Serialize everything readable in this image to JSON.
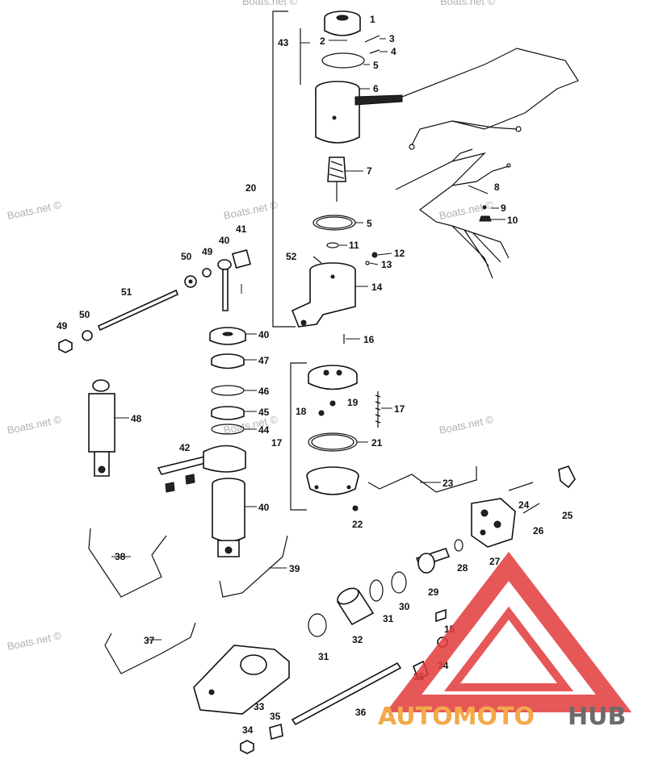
{
  "watermarks": [
    "Boats.net ©",
    "Boats.net ©",
    "Boats.net ©",
    "Boats.net ©",
    "Boats.net ©",
    "Boats.net ©",
    "Boats.net ©",
    "Boats.net ©",
    "Boats.net ©"
  ],
  "logo": {
    "auto": "AUTOMOTO",
    "hub": "HUB",
    "color_triangle": "#e23b3b",
    "color_text": "#f2a94a",
    "color_hub": "#6b6b6b"
  },
  "callouts": {
    "c1": "1",
    "c2": "2",
    "c3": "3",
    "c4": "4",
    "c5a": "5",
    "c5b": "5",
    "c6": "6",
    "c7": "7",
    "c8": "8",
    "c9": "9",
    "c10": "10",
    "c11": "11",
    "c12": "12",
    "c13": "13",
    "c14": "14",
    "c15": "15",
    "c16": "16",
    "c17a": "17",
    "c17b": "17",
    "c18": "18",
    "c19": "19",
    "c20": "20",
    "c21": "21",
    "c22": "22",
    "c23": "23",
    "c24": "24",
    "c25": "25",
    "c26": "26",
    "c27": "27",
    "c28": "28",
    "c29": "29",
    "c30": "30",
    "c31a": "31",
    "c31b": "31",
    "c32": "32",
    "c33": "33",
    "c34a": "34",
    "c34b": "34",
    "c35a": "35",
    "c35b": "35",
    "c36": "36",
    "c37": "37",
    "c38": "38",
    "c39": "39",
    "c40a": "40",
    "c40b": "40",
    "c40c": "40",
    "c41": "41",
    "c42": "42",
    "c43": "43",
    "c44": "44",
    "c45": "45",
    "c46": "46",
    "c47": "47",
    "c48": "48",
    "c49a": "49",
    "c49b": "49",
    "c50a": "50",
    "c50b": "50",
    "c51": "51",
    "c52": "52"
  }
}
